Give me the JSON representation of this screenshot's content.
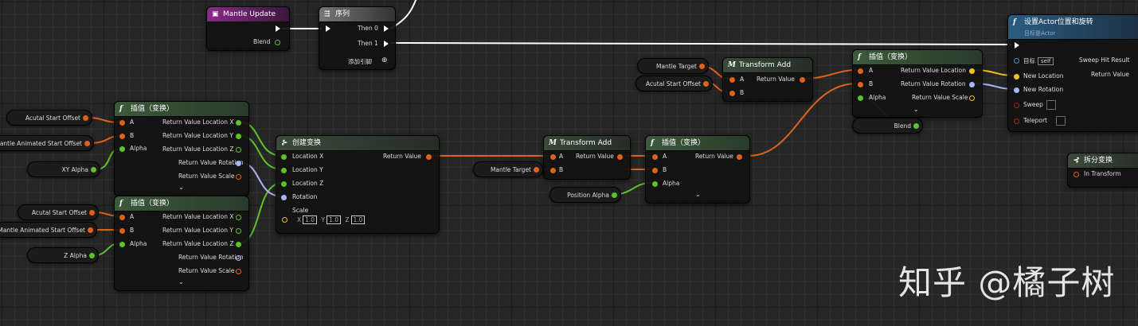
{
  "event_node": {
    "title": "Mantle Update",
    "blend": "Blend"
  },
  "sequence_node": {
    "title": "序列",
    "then0": "Then 0",
    "then1": "Then 1",
    "add_pin": "添加引脚"
  },
  "set_actor_node": {
    "title": "设置Actor位置和旋转",
    "subtitle": "目标是Actor",
    "target": "目标",
    "self": "self",
    "new_location": "New Location",
    "new_rotation": "New Rotation",
    "sweep": "Sweep",
    "teleport": "Teleport",
    "sweep_hit": "Sweep Hit Result",
    "return_value": "Return Value"
  },
  "lerp_top": {
    "title": "插值（变换）",
    "a": "A",
    "b": "B",
    "alpha": "Alpha",
    "rv_loc": "Return Value Location",
    "rv_rot": "Return Value Rotation",
    "rv_scale": "Return Value Scale"
  },
  "lerp_xy": {
    "title": "插值（变换）",
    "a": "A",
    "b": "B",
    "alpha": "Alpha",
    "rv_loc_x": "Return Value Location X",
    "rv_loc_y": "Return Value Location Y",
    "rv_loc_z": "Return Value Location Z",
    "rv_rot": "Return Value Rotation",
    "rv_scale": "Return Value Scale"
  },
  "lerp_z": {
    "title": "插值（变换）",
    "a": "A",
    "b": "B",
    "alpha": "Alpha",
    "rv_loc_x": "Return Value Location X",
    "rv_loc_y": "Return Value Location Y",
    "rv_loc_z": "Return Value Location Z",
    "rv_rot": "Return Value Rotation",
    "rv_scale": "Return Value Scale"
  },
  "lerp_mid": {
    "title": "插值（变换）",
    "a": "A",
    "b": "B",
    "alpha": "Alpha",
    "rv": "Return Value"
  },
  "make_transform": {
    "title": "创建变换",
    "loc_x": "Location X",
    "loc_y": "Location Y",
    "loc_z": "Location Z",
    "rotation": "Rotation",
    "scale": "Scale",
    "sx_label": "X",
    "sx": "1.0",
    "sy_label": "Y",
    "sy": "1.0",
    "sz_label": "Z",
    "sz": "1.0",
    "rv": "Return Value"
  },
  "transform_add_top": {
    "title": "Transform Add",
    "a": "A",
    "b": "B",
    "rv": "Return Value"
  },
  "transform_add_mid": {
    "title": "Transform Add",
    "a": "A",
    "b": "B",
    "rv": "Return Value"
  },
  "break_transform": {
    "title": "拆分变换",
    "in_transform": "In Transform"
  },
  "variables": {
    "mantle_target_top": "Mantle Target",
    "acutal_start_offset_top": "Acutal Start Offset",
    "blend": "Blend",
    "acutal_start_offset_1": "Acutal Start Offset",
    "mantle_animated_start_offset_1": "Mantle Animated Start Offset",
    "xy_alpha": "XY Alpha",
    "acutal_start_offset_2": "Acutal Start Offset",
    "mantle_animated_start_offset_2": "Mantle Animated Start Offset",
    "z_alpha": "Z Alpha",
    "mantle_target_mid": "Mantle Target",
    "position_alpha": "Position Alpha"
  },
  "watermark": "知乎 @橘子树",
  "colors": {
    "transform_pin": "#e0621a",
    "float_pin": "#5cc22a",
    "rotator_pin": "#a8b4ff",
    "vector_pin": "#f0c020",
    "function_header": "#3c5a3c",
    "event_header": "#8a2a8a"
  }
}
